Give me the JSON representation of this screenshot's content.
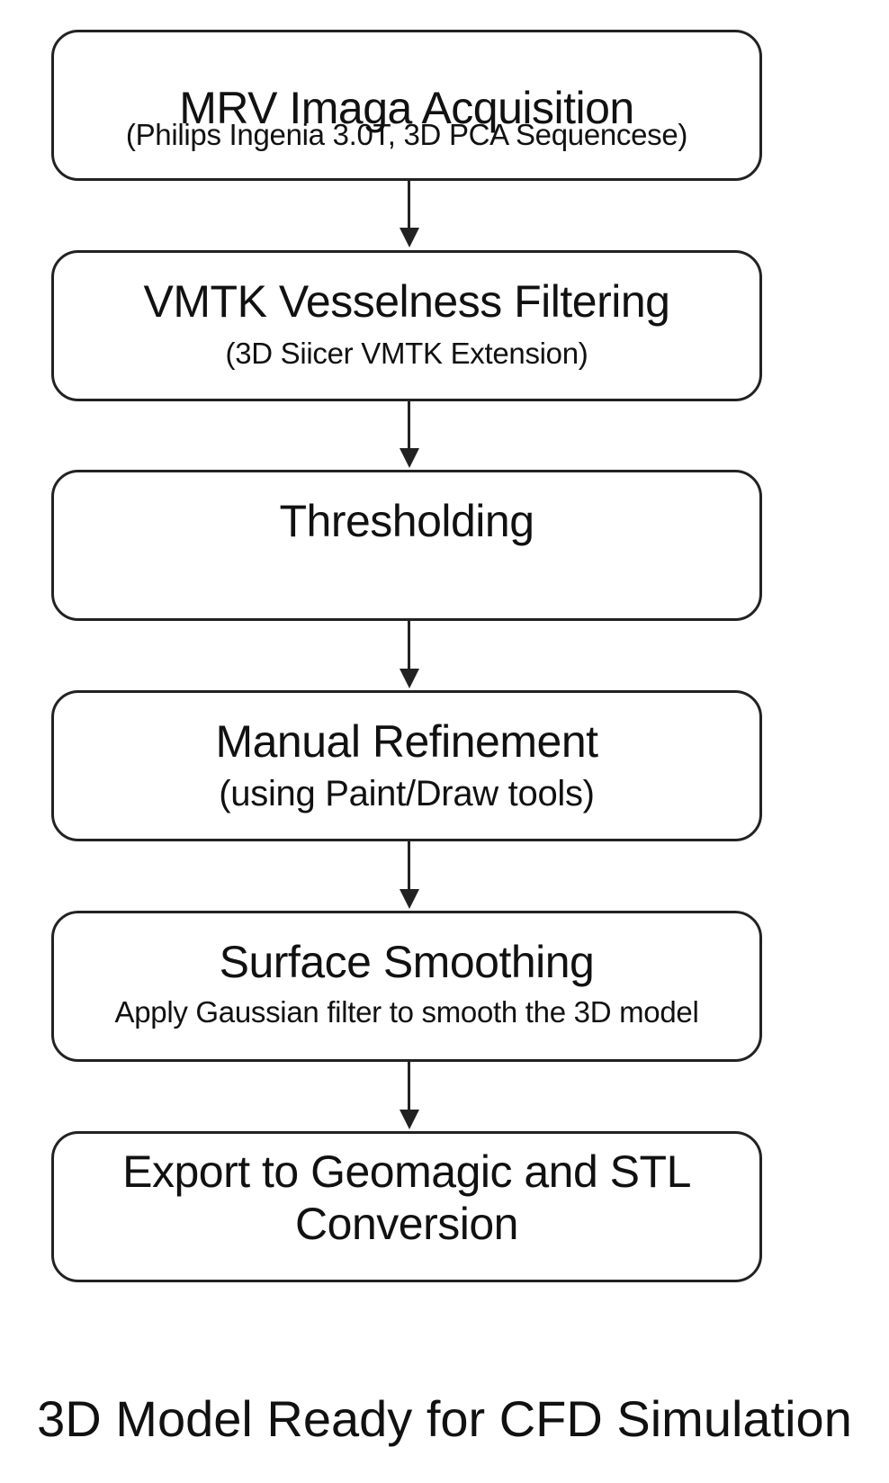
{
  "steps": [
    {
      "title": "MRV Imaga Acquisition",
      "subtitle": "(Philips Ingenia 3.0T, 3D PCA Sequencese)"
    },
    {
      "title": "VMTK Vesselness Filtering",
      "subtitle": "(3D Siicer VMTK Extension)"
    },
    {
      "title": "Thresholding",
      "subtitle": ""
    },
    {
      "title": "Manual Refinement",
      "subtitle": "(using Paint/Draw tools)"
    },
    {
      "title": "Surface Smoothing",
      "subtitle": "Apply Gaussian filter to smooth the 3D model"
    },
    {
      "title": "Export to Geomagic and STL",
      "subtitle": "Conversion"
    }
  ],
  "footer": "3D Model Ready for CFD Simulation"
}
